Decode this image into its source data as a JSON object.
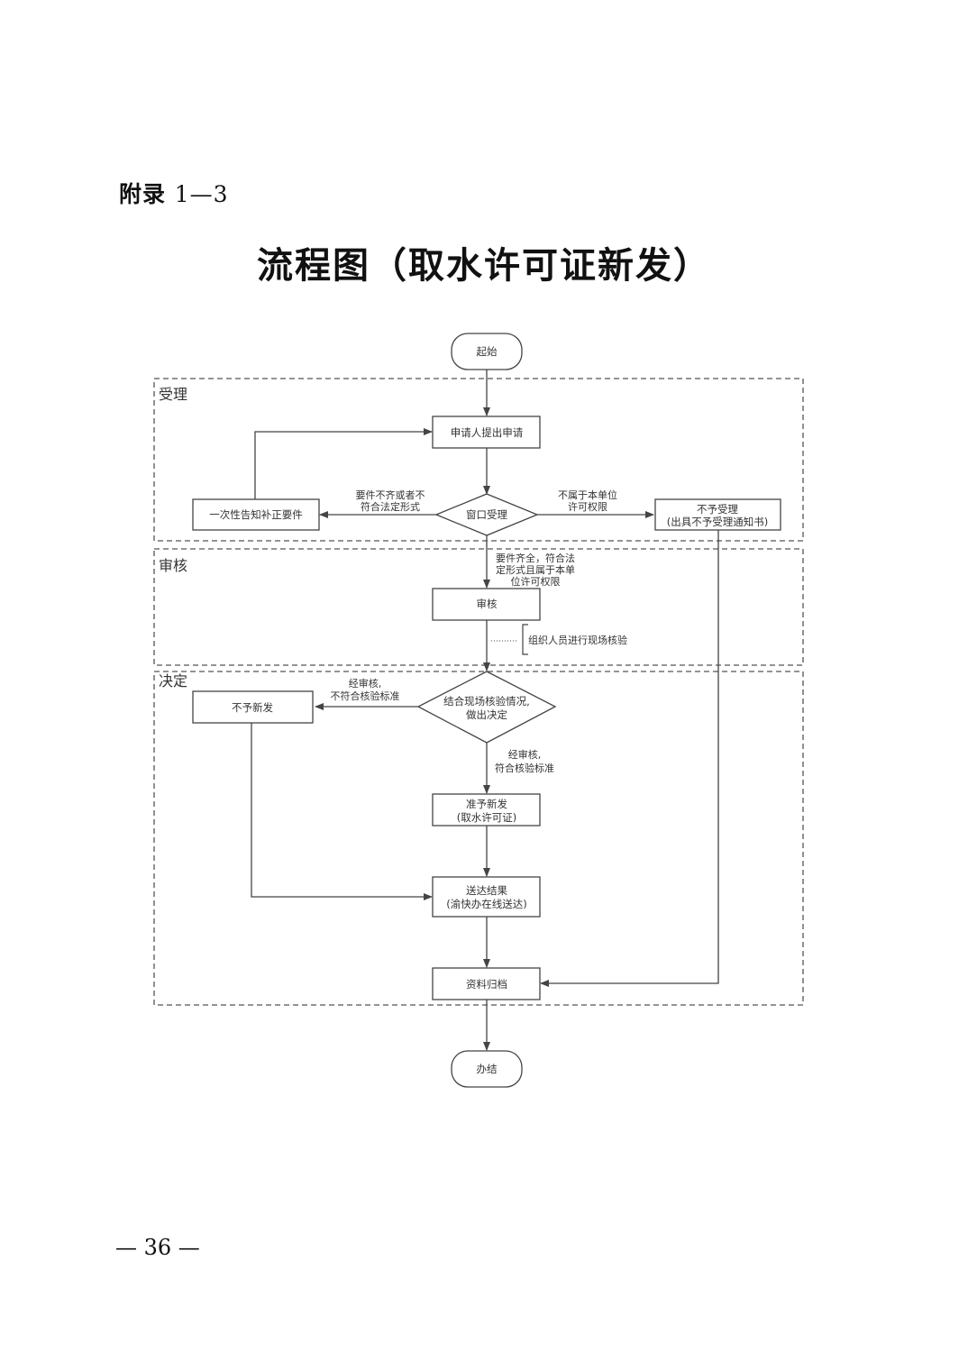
{
  "appendix": {
    "prefix": "附录",
    "number": "1—3"
  },
  "title": "流程图（取水许可证新发）",
  "page_number": "— 36 —",
  "lanes": [
    {
      "id": "accept",
      "label": "受理"
    },
    {
      "id": "review",
      "label": "审核"
    },
    {
      "id": "decide",
      "label": "决定"
    }
  ],
  "nodes": {
    "start": {
      "label": "起始"
    },
    "apply": {
      "label": "申请人提出申请"
    },
    "window": {
      "label": "窗口受理"
    },
    "notify": {
      "label": "一次性告知补正要件"
    },
    "reject_accept": {
      "line1": "不予受理",
      "line2": "(出具不予受理通知书)"
    },
    "review": {
      "label": "审核"
    },
    "site_check": {
      "label": "组织人员进行现场核验"
    },
    "decision": {
      "line1": "结合现场核验情况,",
      "line2": "做出决定"
    },
    "deny": {
      "label": "不予新发"
    },
    "approve": {
      "line1": "准予新发",
      "line2": "(取水许可证)"
    },
    "deliver": {
      "line1": "送达结果",
      "line2": "(渝快办在线送达)"
    },
    "archive": {
      "label": "资料归档"
    },
    "end": {
      "label": "办结"
    }
  },
  "edge_labels": {
    "incomplete": {
      "line1": "要件不齐或者不",
      "line2": "符合法定形式"
    },
    "out_of_scope": {
      "line1": "不属于本单位",
      "line2": "许可权限"
    },
    "complete": {
      "line1": "要件齐全，符合法",
      "line2": "定形式且属于本单",
      "line3": "位许可权限"
    },
    "fail": {
      "line1": "经审核,",
      "line2": "不符合核验标准"
    },
    "pass": {
      "line1": "经审核,",
      "line2": "符合核验标准"
    }
  }
}
